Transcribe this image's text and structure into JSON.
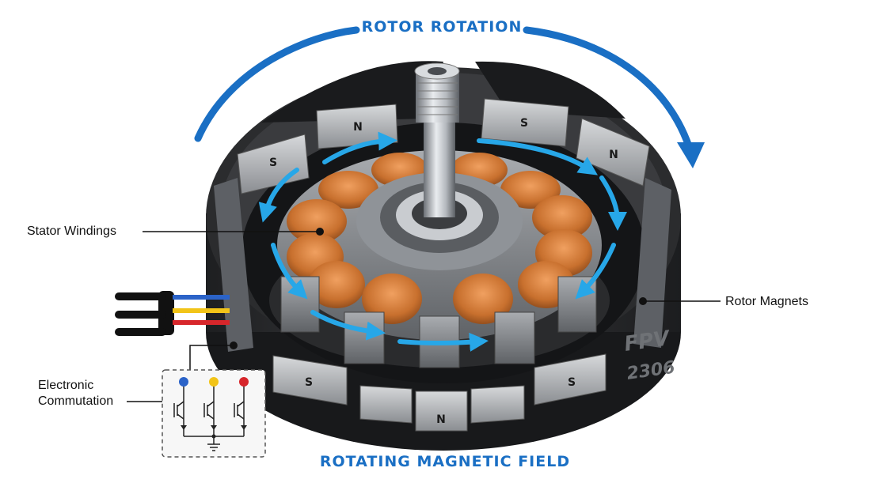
{
  "labels": {
    "rotor_rotation": "ROTOR ROTATION",
    "rotating_field": "ROTATING MAGNETIC FIELD",
    "stator_windings": "Stator Windings",
    "rotor_magnets": "Rotor Magnets",
    "electronic_commutation_line1": "Electronic",
    "electronic_commutation_line2": "Commutation"
  },
  "brand": {
    "line1": "FPV",
    "line2": "2306"
  },
  "magnets": {
    "top_left": "S",
    "top_mid": "N",
    "top_right": "S",
    "top_far_right": "N",
    "bottom_left": "S",
    "bottom_mid": "N",
    "bottom_right": "S"
  },
  "colors": {
    "arrow_blue": "#1a6fc4",
    "field_blue": "#27a7e8",
    "copper": "#c8702e",
    "motor_body": "#2e2f31",
    "wire_blue": "#2b63c8",
    "wire_yellow": "#f2c418",
    "wire_red": "#d7262b"
  },
  "icons": {
    "esc_schematic": "mosfet-bridge-schematic-icon",
    "ground": "ground-symbol-icon"
  }
}
